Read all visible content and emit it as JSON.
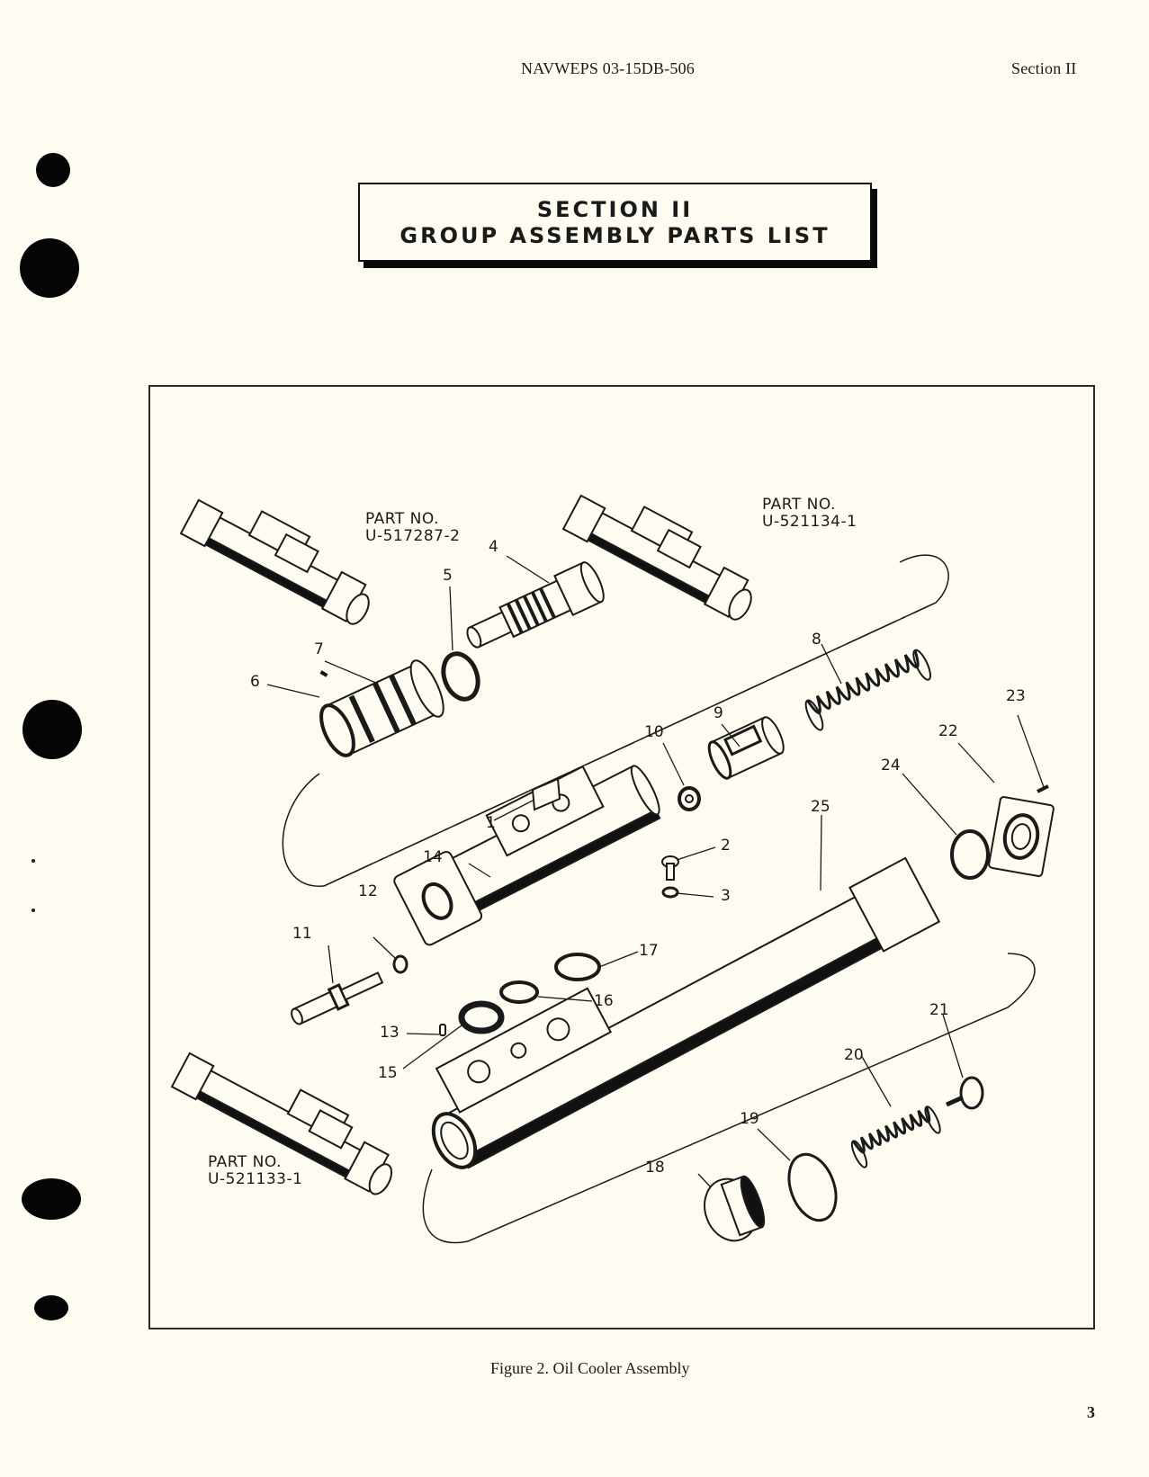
{
  "header": {
    "doc_number": "NAVWEPS 03-15DB-506",
    "section": "Section II"
  },
  "title": {
    "line1": "SECTION II",
    "line2": "GROUP ASSEMBLY PARTS LIST"
  },
  "figure": {
    "caption": "Figure 2.  Oil Cooler Assembly",
    "part_numbers": [
      {
        "label": "PART  NO.",
        "value": "U-517287-2"
      },
      {
        "label": "PART  NO.",
        "value": "U-521134-1"
      },
      {
        "label": "PART  NO.",
        "value": "U-521133-1"
      }
    ],
    "callouts": [
      "1",
      "2",
      "3",
      "4",
      "5",
      "6",
      "7",
      "8",
      "9",
      "10",
      "11",
      "12",
      "13",
      "14",
      "15",
      "16",
      "17",
      "18",
      "19",
      "20",
      "21",
      "22",
      "23",
      "24",
      "25"
    ]
  },
  "footer": {
    "page_number": "3"
  },
  "colors": {
    "paper": "#fefcf0",
    "ink": "#1a1a1a"
  }
}
